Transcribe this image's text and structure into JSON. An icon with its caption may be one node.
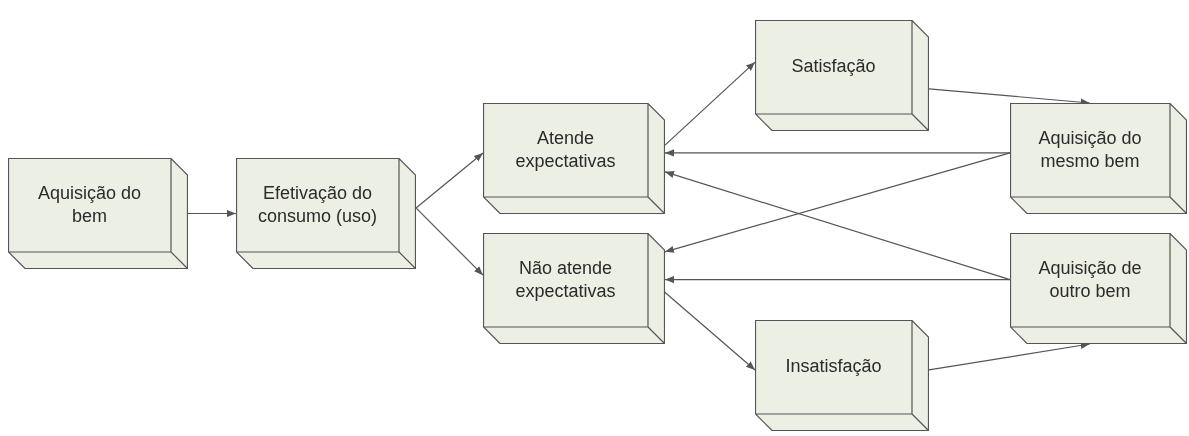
{
  "diagram": {
    "nodes": [
      {
        "text": [
          "Aquisição do bem"
        ]
      },
      {
        "text": [
          "Efetivação do consumo (uso)"
        ]
      },
      {
        "text": [
          "Atende expectativas"
        ]
      },
      {
        "text": [
          "Não atende expectativas"
        ]
      },
      {
        "text": [
          "Satisfação"
        ]
      },
      {
        "text": [
          "Aquisição do mesmo bem"
        ]
      },
      {
        "text": [
          "Aquisição de outro bem"
        ]
      },
      {
        "text": [
          "Insatisfação"
        ]
      }
    ],
    "edges": [
      {
        "from": 0,
        "to": 1,
        "arrow": "to"
      },
      {
        "from": 1,
        "to": 2,
        "arrow": "to"
      },
      {
        "from": 1,
        "to": 3,
        "arrow": "to"
      },
      {
        "from": 2,
        "to": 4,
        "arrow": "to"
      },
      {
        "from": 4,
        "to": 5,
        "arrow": "to"
      },
      {
        "from": 5,
        "to": 2,
        "arrow": "to"
      },
      {
        "from": 5,
        "to": 3,
        "arrow": "to"
      },
      {
        "from": 6,
        "to": 2,
        "arrow": "to"
      },
      {
        "from": 6,
        "to": 3,
        "arrow": "to"
      },
      {
        "from": 3,
        "to": 7,
        "arrow": "to"
      },
      {
        "from": 7,
        "to": 6,
        "arrow": "to"
      }
    ]
  }
}
